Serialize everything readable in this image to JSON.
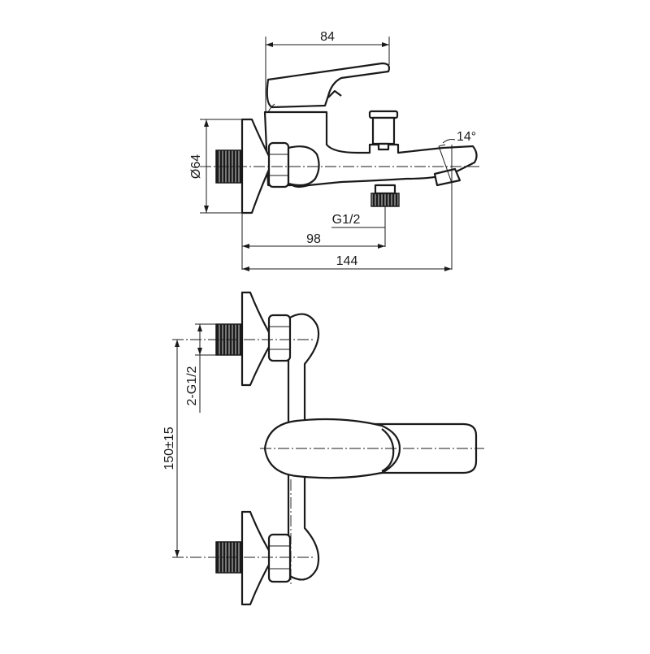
{
  "dimensions": {
    "top_width": "84",
    "rosette_diameter": "Ø64",
    "spout_angle": "14°",
    "outlet_thread": "G1/2",
    "outlet_offset": "98",
    "overall_length": "144",
    "inlet_threads": "2-G1/2",
    "inlet_spacing": "150±15"
  },
  "colors": {
    "line": "#1a1a1a",
    "background": "#ffffff"
  }
}
